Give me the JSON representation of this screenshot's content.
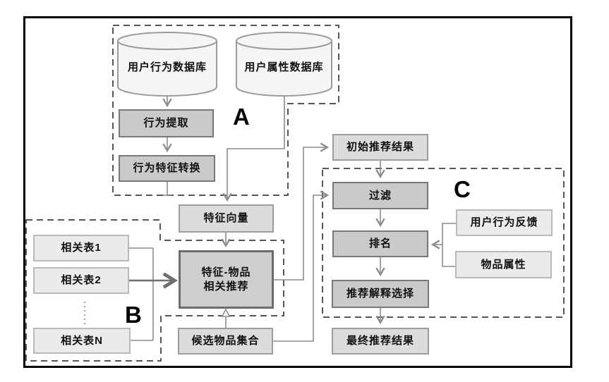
{
  "diagram": {
    "section_labels": {
      "a": "A",
      "b": "B",
      "c": "C"
    },
    "databases": {
      "behavior": "用户行为数据库",
      "attribute": "用户属性数据库"
    },
    "process": {
      "behavior_extract": "行为提取",
      "behavior_transform": "行为特征转换",
      "feature_vector": "特征向量",
      "feature_item_line1": "特征-物品",
      "feature_item_line2": "相关推荐",
      "candidate_items": "候选物品集合",
      "initial_result": "初始推荐结果",
      "filter": "过滤",
      "ranking": "排名",
      "explanation_select": "推荐解释选择",
      "final_result": "最终推荐结果",
      "user_feedback": "用户行为反馈",
      "item_attributes": "物品属性",
      "table_1": "相关表1",
      "table_2": "相关表2",
      "table_n": "相关表N"
    },
    "colors": {
      "process_fill": "#cacaca",
      "core_fill": "#cecece",
      "result_fill": "#dcdcdc",
      "input_fill": "#ebebeb",
      "dashed_border": "#575757",
      "connector": "#8c8c8c",
      "frame": "#000000"
    }
  }
}
